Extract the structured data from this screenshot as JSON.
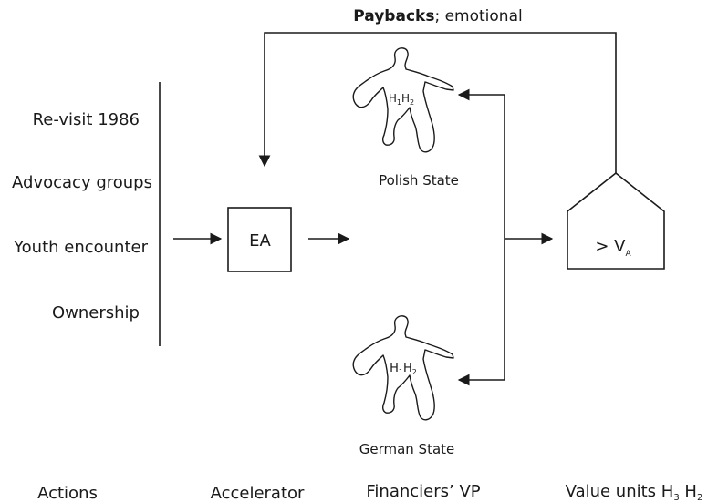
{
  "feedback": {
    "bold": "Paybacks",
    "rest": "; emotional"
  },
  "actions": {
    "items": [
      "Re-visit 1986",
      "Advocacy groups",
      "Youth encounter",
      "Ownership"
    ]
  },
  "accelerator": {
    "box_label": "EA"
  },
  "figures": {
    "top": {
      "subscript_label": "H",
      "sub1": "1",
      "sub2": "2",
      "name": "Polish State"
    },
    "bottom": {
      "subscript_label": "H",
      "sub1": "1",
      "sub2": "2",
      "name": "German State"
    }
  },
  "value_house": {
    "symbol": "> V",
    "sub": "A"
  },
  "footer": {
    "actions": "Actions",
    "accelerator": "Accelerator",
    "financiers": "Financiers’ VP",
    "value_units": "Value units H",
    "vu_sub1": "3",
    "vu_mid": " H",
    "vu_sub2": "2"
  },
  "colors": {
    "ink": "#1a1a1a",
    "background": "#ffffff"
  }
}
